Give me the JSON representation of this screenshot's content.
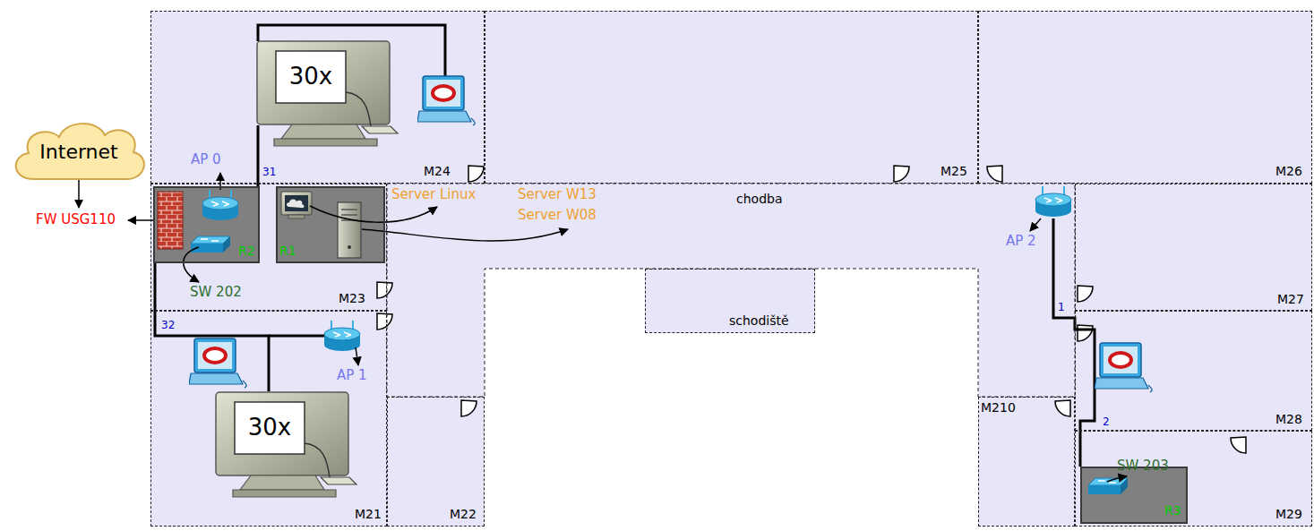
{
  "diagram": {
    "nodes": [
      {
        "text": [
          "Internet"
        ]
      },
      {
        "text": [
          "M24"
        ]
      },
      {
        "text": [
          "30x"
        ],
        "in": 1
      },
      {
        "text": [
          "M25"
        ]
      },
      {
        "text": [
          "M26"
        ]
      },
      {
        "text": [
          "M23"
        ]
      },
      {
        "text": [
          "R2"
        ],
        "in": 5
      },
      {
        "text": [
          "R1"
        ],
        "in": 5
      },
      {
        "text": [
          "chodba"
        ]
      },
      {
        "text": [
          "M27"
        ]
      },
      {
        "text": [
          "schodiště"
        ]
      },
      {
        "text": [
          "M28"
        ]
      },
      {
        "text": [
          "M21"
        ]
      },
      {
        "text": [
          "30x"
        ],
        "in": 12
      },
      {
        "text": [
          "M22"
        ]
      },
      {
        "text": [
          "M210"
        ]
      },
      {
        "text": [
          "M29"
        ]
      },
      {
        "text": [
          "R3"
        ],
        "in": 16
      }
    ],
    "edges": [
      {
        "from": 6,
        "to": 2,
        "arrow": "none",
        "label": "31"
      },
      {
        "from": 6,
        "to": 13,
        "arrow": "none",
        "label": "32"
      }
    ],
    "labels": [
      "AP 0",
      "FW USG110",
      "Server Linux",
      "Server W13",
      "Server W08",
      "SW 202",
      "AP 1",
      "AP 2",
      "1",
      "2",
      "SW 203"
    ]
  }
}
